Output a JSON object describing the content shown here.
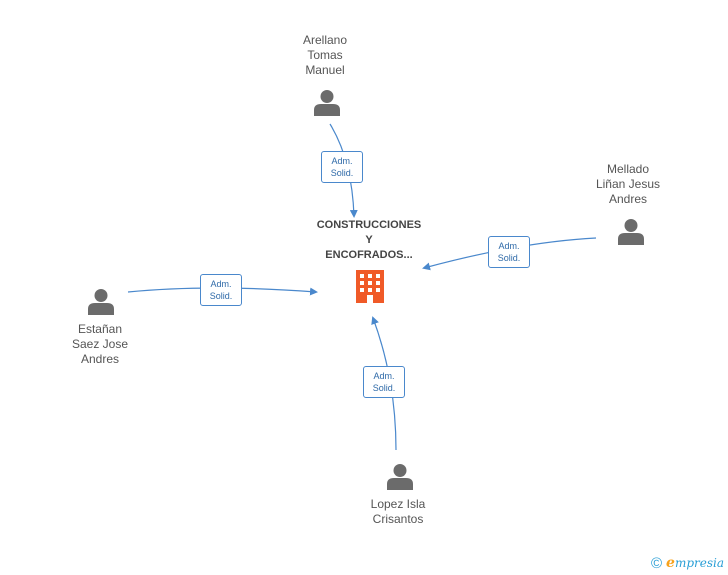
{
  "colors": {
    "edge": "#4a88cc",
    "person_icon": "#6b6b6b",
    "company_icon": "#f05a28",
    "brand": "#2a9fd6",
    "brand_accent": "#f7a21b"
  },
  "company": {
    "label": "CONSTRUCCIONES\nY\nENCOFRADOS...",
    "icon": "building-icon"
  },
  "persons": [
    {
      "id": "arellano",
      "label": "Arellano\nTomas\nManuel",
      "icon": "person-icon"
    },
    {
      "id": "mellado",
      "label": "Mellado\nLiñan Jesus\nAndres",
      "icon": "person-icon"
    },
    {
      "id": "estanan",
      "label": "Estañan\nSaez Jose\nAndres",
      "icon": "person-icon"
    },
    {
      "id": "lopez",
      "label": "Lopez Isla\nCrisantos",
      "icon": "person-icon"
    }
  ],
  "edges": [
    {
      "from": "arellano",
      "role": "Adm.\nSolid."
    },
    {
      "from": "mellado",
      "role": "Adm.\nSolid."
    },
    {
      "from": "estanan",
      "role": "Adm.\nSolid."
    },
    {
      "from": "lopez",
      "role": "Adm.\nSolid."
    }
  ],
  "footer": {
    "copyright": "©",
    "brand_initial": "e",
    "brand_rest": "mpresia"
  }
}
